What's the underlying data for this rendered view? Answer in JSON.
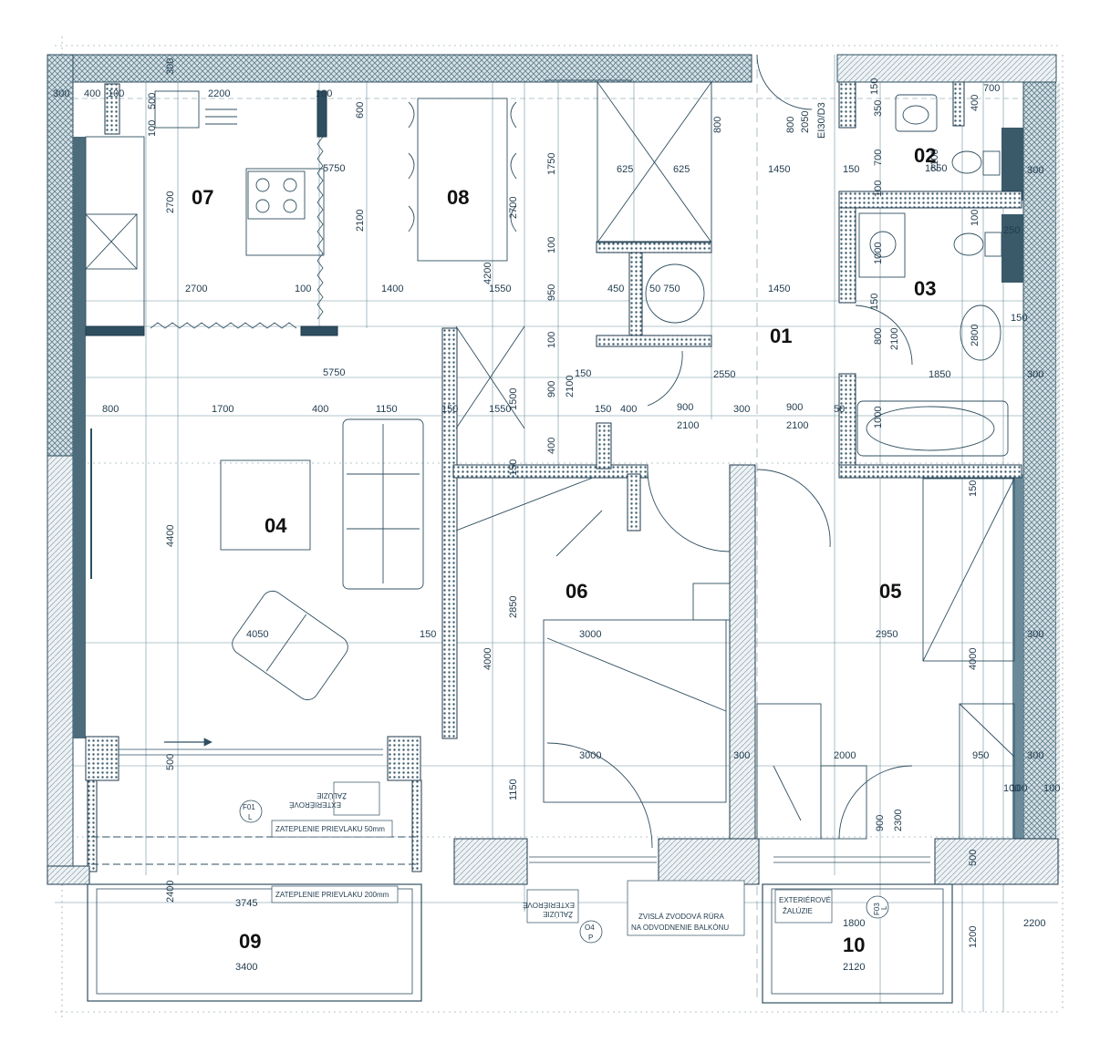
{
  "rooms": {
    "r01": "01",
    "r02": "02",
    "r03": "03",
    "r04": "04",
    "r05": "05",
    "r06": "06",
    "r07": "07",
    "r08": "08",
    "r09": "09",
    "r10": "10"
  },
  "dimensions": {
    "d300a": "300",
    "d400a": "400",
    "d100a": "100",
    "d2200a": "2200",
    "d100b": "100",
    "d100c": "100",
    "d500a": "500",
    "d600": "600",
    "d5750a": "5750",
    "d2700a": "2700",
    "d2100a": "2100",
    "d4200": "4200",
    "d2700b": "2700",
    "d1750": "1750",
    "d625a": "625",
    "d625b": "625",
    "d1450a": "1450",
    "d2700c": "2700",
    "d100d": "100",
    "d1400": "1400",
    "d1550a": "1550",
    "d950": "950",
    "d450": "450",
    "d50_750": "50 750",
    "d1450b": "1450",
    "d100e": "100",
    "d150a": "150",
    "d100f": "100",
    "d5750b": "5750",
    "d2550": "2550",
    "d1850a": "1850",
    "d800a": "800",
    "d1700": "1700",
    "d400b": "400",
    "d1150": "1150",
    "d150b": "150",
    "d1550b": "1550",
    "d150c": "150",
    "d400c": "400",
    "d900a": "900",
    "d2100b": "2100",
    "d300b": "300",
    "d900b": "900",
    "d2100c": "2100",
    "d50a": "50",
    "d1500": "1500",
    "d900c": "900",
    "d2100d": "2100",
    "d150d": "150",
    "d400d": "400",
    "d4400": "4400",
    "d4050": "4050",
    "d150e": "150",
    "d2850": "2850",
    "d3000a": "3000",
    "d4000a": "4000",
    "d2950": "2950",
    "d4000b": "4000",
    "d150f": "150",
    "d300c": "300",
    "d500b": "500",
    "d3000b": "3000",
    "d300d": "300",
    "d2000": "2000",
    "d950b": "950",
    "d1150b": "1150",
    "d900d": "900",
    "d2300": "2300",
    "d300e": "300",
    "d100g": "100",
    "d2400": "2400",
    "d3745": "3745",
    "d3400": "3400",
    "d500c": "500",
    "d1800": "1800",
    "d2120": "2120",
    "d1200": "1200",
    "d2200b": "2200",
    "d1850b": "1850",
    "d2100e": "2100",
    "d700a": "700",
    "d350": "350",
    "d150g": "150",
    "d400e": "400",
    "d700b": "700",
    "d150h": "150",
    "d100h": "100",
    "d1000a": "1000",
    "d100i": "100",
    "d250": "250",
    "d800b": "800",
    "d2100f": "2100",
    "d2800": "2800",
    "d150i": "150",
    "d1000b": "1000",
    "d300f": "300",
    "d300g": "300",
    "d800c": "800",
    "d2050": "2050",
    "d800d": "800",
    "d150j": "150",
    "d300h": "300",
    "d100j": "100",
    "d100k": "100"
  },
  "labels": {
    "door_code": "EI30/D3",
    "note_zaluzie_left_1": "EXTERIÉROVÉ",
    "note_zaluzie_left_2": "ŽALÚZIE",
    "note_insul_50": "ZATEPLENIE PRIEVLAKU 50mm",
    "note_insul_200": "ZATEPLENIE PRIEVLAKU 200mm",
    "note_zaluzie_mid_1": "ŽALÚZIE",
    "note_zaluzie_mid_2": "EXTERIÉROVÉ",
    "note_pipe_1": "ZVISLÁ ZVODOVÁ RÚRA",
    "note_pipe_2": "NA ODVODNENIE BALKÓNU",
    "note_zaluzie_right_1": "EXTERIÉROVÉ",
    "note_zaluzie_right_2": "ŽALÚZIE",
    "tag_f01": "F01",
    "tag_f01_sub": "L",
    "tag_f03": "F03",
    "tag_f03_sub": "L",
    "tag_o4": "O4",
    "tag_o4_sub": "P"
  },
  "colors": {
    "line": "#2f4f60",
    "wall_dark": "#3a5a6a",
    "accent": "#1f6f8f",
    "hatch": "#6a8896"
  }
}
